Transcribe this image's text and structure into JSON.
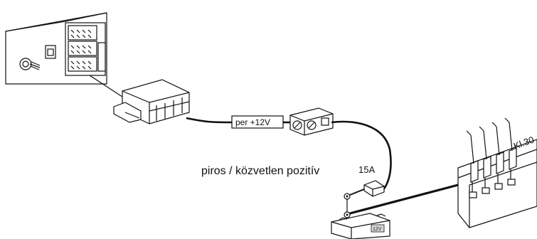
{
  "labels": {
    "wire_tag": "per +12V",
    "wire_description": "piros / közvetlen pozitív",
    "fuse_rating": "15A",
    "terminal": "Kl.30",
    "battery_voltage": "12V"
  }
}
